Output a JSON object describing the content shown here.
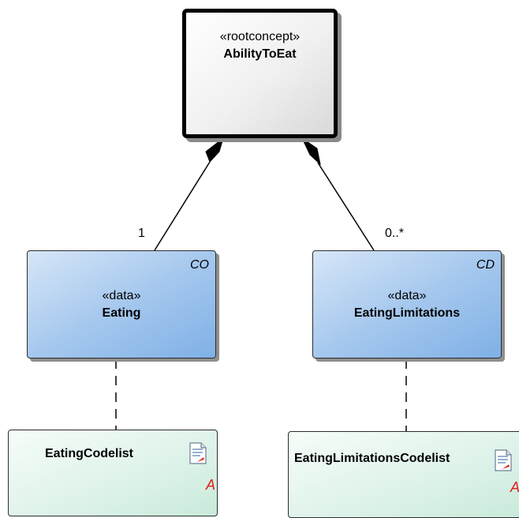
{
  "root": {
    "stereotype": "«rootconcept»",
    "name": "AbilityToEat"
  },
  "classes": [
    {
      "stereotype": "«data»",
      "name": "Eating",
      "tag": "CO",
      "multiplicity": "1"
    },
    {
      "stereotype": "«data»",
      "name": "EatingLimitations",
      "tag": "CD",
      "multiplicity": "0..*"
    }
  ],
  "codelists": [
    {
      "name": "EatingCodelist",
      "icon": "document-icon",
      "marker": "A"
    },
    {
      "name": "EatingLimitationsCodelist",
      "icon": "document-icon",
      "marker": "A"
    }
  ],
  "colors": {
    "root_fill": "#f0f0f0",
    "data_fill": "#a6c8ee",
    "codelist_fill": "#dff3ea",
    "marker": "#e0201c"
  }
}
